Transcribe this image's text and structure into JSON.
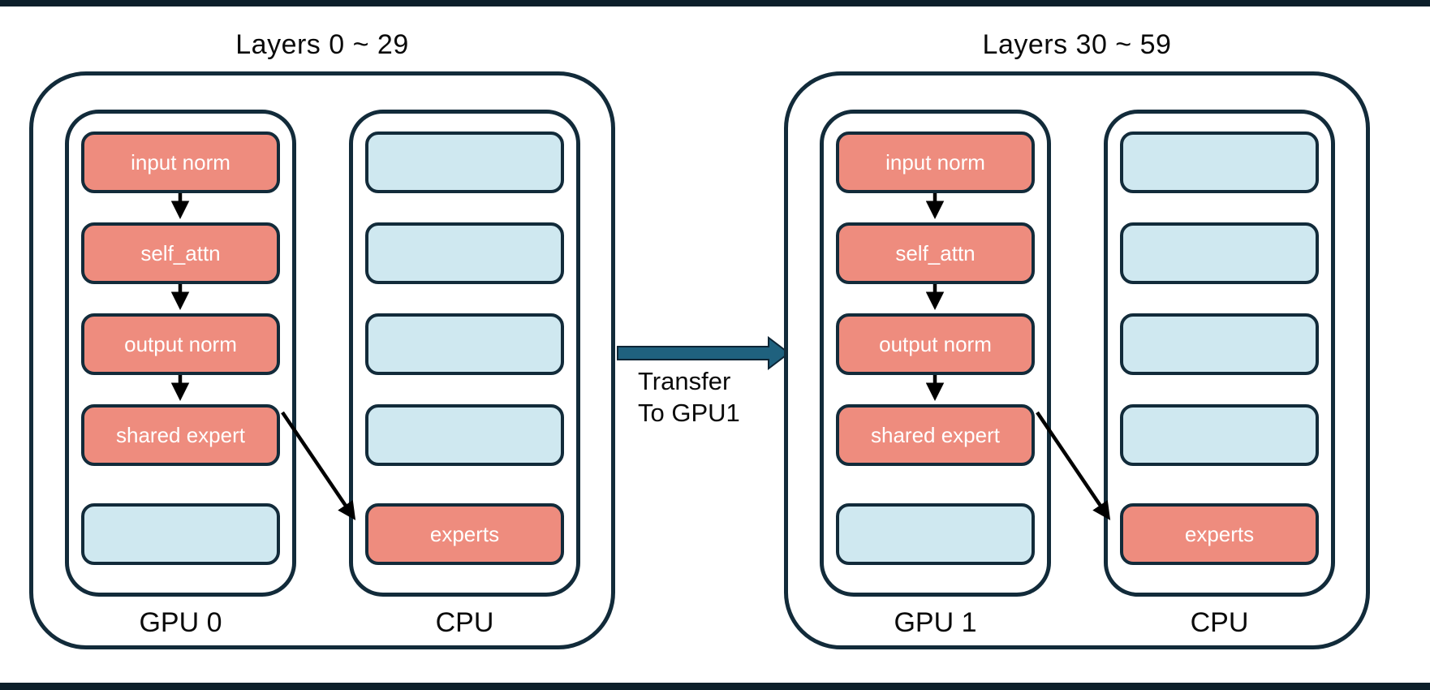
{
  "diagram": {
    "groups": [
      {
        "title": "Layers 0 ~ 29",
        "gpu_label": "GPU 0",
        "cpu_label": "CPU",
        "gpu_boxes": [
          "input norm",
          "self_attn",
          "output norm",
          "shared expert",
          ""
        ],
        "cpu_boxes": [
          "",
          "",
          "",
          "",
          "experts"
        ]
      },
      {
        "title": "Layers 30 ~ 59",
        "gpu_label": "GPU 1",
        "cpu_label": "CPU",
        "gpu_boxes": [
          "input norm",
          "self_attn",
          "output norm",
          "shared expert",
          ""
        ],
        "cpu_boxes": [
          "",
          "",
          "",
          "",
          "experts"
        ]
      }
    ],
    "transfer": {
      "line1": "Transfer",
      "line2": "To GPU1"
    },
    "colors": {
      "module_fill": "#EE8C7E",
      "empty_fill": "#CFE8F0",
      "outline": "#122B3A",
      "flow_arrow": "#000000",
      "transfer_arrow_fill": "#1F617E",
      "transfer_arrow_outline": "#0D2535",
      "letterbox_bar": "#0C1F2A"
    }
  }
}
